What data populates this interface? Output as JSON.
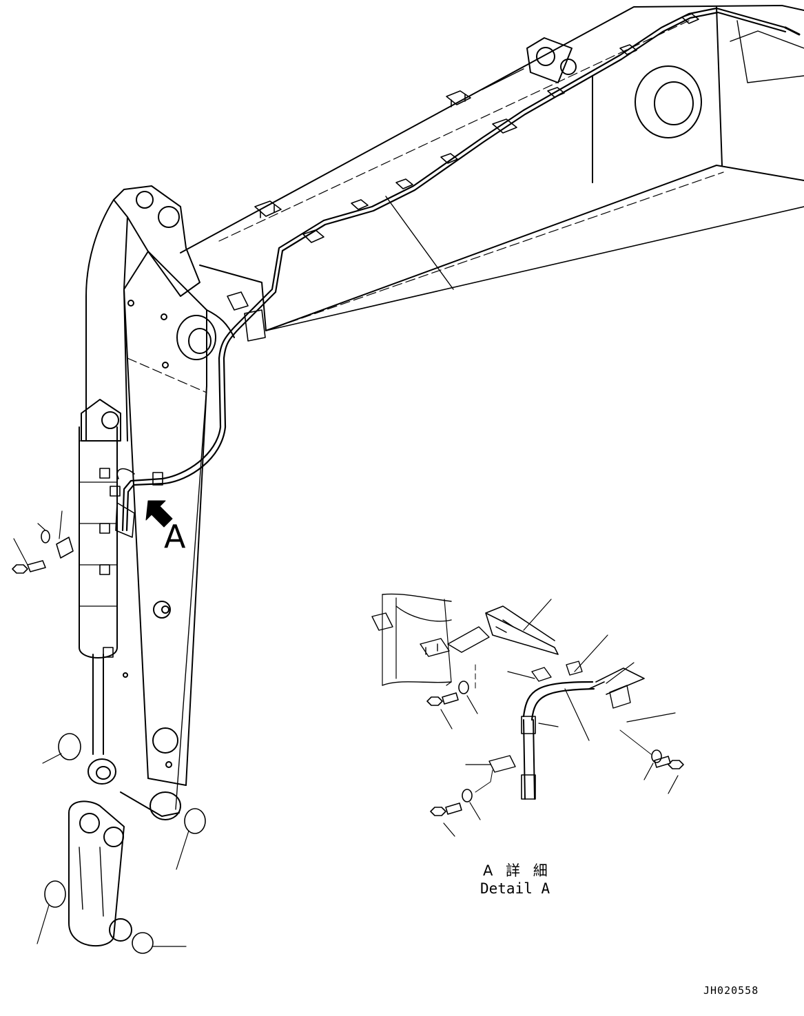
{
  "diagram": {
    "view_marker": "A",
    "detail_title_jp": "A 詳 細",
    "detail_title_en": "Detail A",
    "drawing_number": "JH020558"
  },
  "colors": {
    "line": "#000000",
    "background": "#ffffff"
  }
}
